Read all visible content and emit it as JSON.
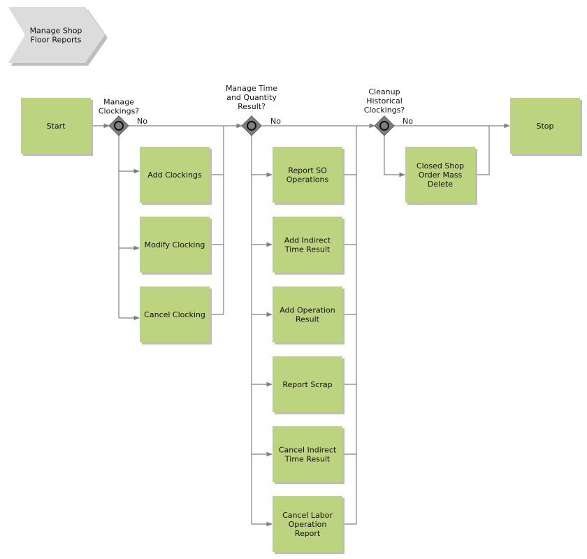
{
  "header": {
    "process_title": [
      "Manage Shop",
      "Floor Reports"
    ]
  },
  "nodes": {
    "start": [
      "Start"
    ],
    "stop": [
      "Stop"
    ],
    "add_clockings": [
      "Add Clockings"
    ],
    "modify_clocking": [
      "Modify Clocking"
    ],
    "cancel_clocking": [
      "Cancel Clocking"
    ],
    "report_so_operations": [
      "Report SO",
      "Operations"
    ],
    "add_indirect_time_result": [
      "Add Indirect",
      "Time Result"
    ],
    "add_operation_result": [
      "Add Operation",
      "Result"
    ],
    "report_scrap": [
      "Report Scrap"
    ],
    "cancel_indirect_time_result": [
      "Cancel Indirect",
      "Time Result"
    ],
    "cancel_labor_operation_report": [
      "Cancel Labor",
      "Operation",
      "Report"
    ],
    "closed_shop_order_mass_delete": [
      "Closed Shop",
      "Order Mass",
      "Delete"
    ]
  },
  "gateways": {
    "manage_clockings": {
      "question": [
        "Manage",
        "Clockings?"
      ],
      "no_label": "No"
    },
    "manage_time_quantity": {
      "question": [
        "Manage Time",
        "and Quantity",
        "Result?"
      ],
      "no_label": "No"
    },
    "cleanup_historical": {
      "question": [
        "Cleanup",
        "Historical",
        "Clockings?"
      ],
      "no_label": "No"
    }
  },
  "colors": {
    "activity_fill": "#bcd37f",
    "gateway_fill": "#7f7f7f",
    "connector": "#7f7f7f",
    "header_fill": "#dcdcdc"
  }
}
